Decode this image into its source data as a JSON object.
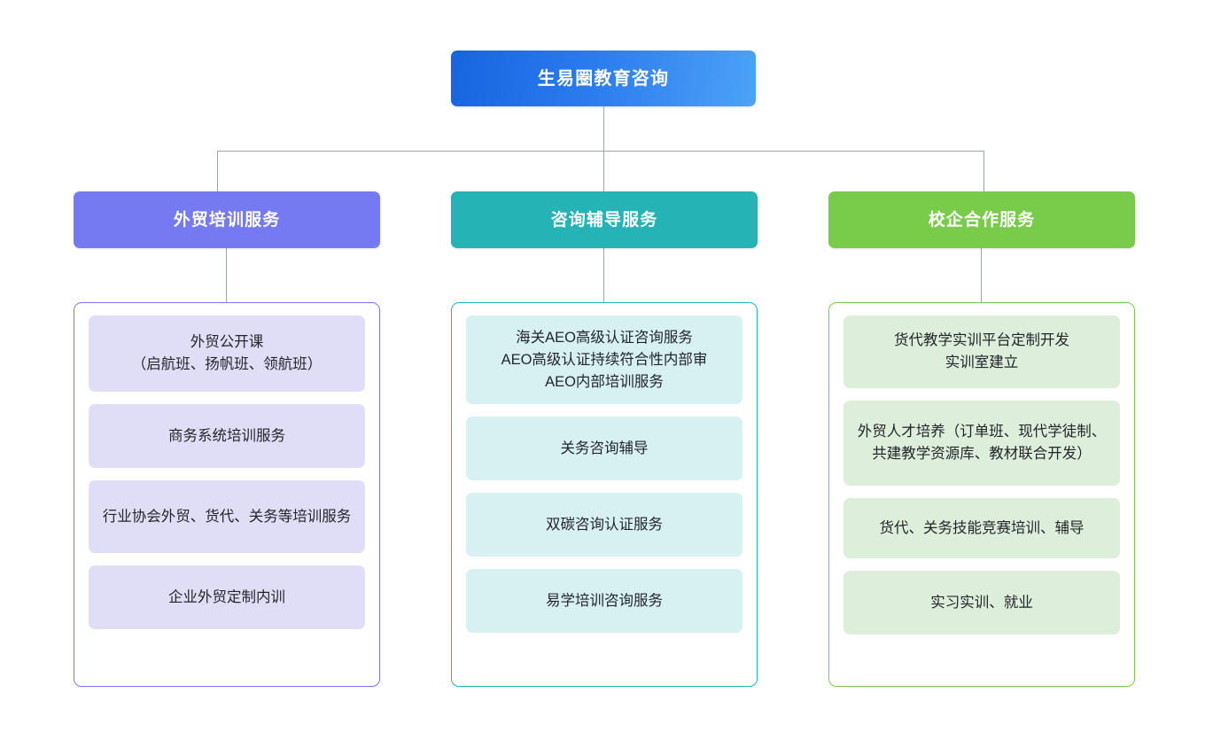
{
  "chart_data": {
    "type": "diagram",
    "diagram_kind": "organization-tree",
    "title": "生易圈教育咨询",
    "levels": 3,
    "root": {
      "label": "生易圈教育咨询",
      "color": "#2A7BEE",
      "gradient_from": "#1565E0",
      "gradient_to": "#4CA3F7"
    },
    "connector_color": "#9aa6b2",
    "branches": [
      {
        "id": "waimao-peixun",
        "label": "外贸培训服务",
        "header_color": "#7579F2",
        "leaf_color": "#E0DEF6",
        "border_color": "#7579F2",
        "items": [
          "外贸公开课\n（启航班、扬帆班、领航班）",
          "商务系统培训服务",
          "行业协会外贸、货代、关务等培训服务",
          "企业外贸定制内训"
        ]
      },
      {
        "id": "zixun-fudao",
        "label": "咨询辅导服务",
        "header_color": "#26B3B5",
        "leaf_color": "#D7F1F2",
        "border_color": "#26B3B5",
        "items": [
          "海关AEO高级认证咨询服务\nAEO高级认证持续符合性内部审\nAEO内部培训服务",
          "关务咨询辅导",
          "双碳咨询认证服务",
          "易学培训咨询服务"
        ]
      },
      {
        "id": "xiaoqi-hezuo",
        "label": "校企合作服务",
        "header_color": "#78CC4A",
        "leaf_color": "#DDEEDA",
        "border_color": "#78CC4A",
        "items": [
          "货代教学实训平台定制开发\n实训室建立",
          "外贸人才培养（订单班、现代学徒制、共建教学资源库、教材联合开发）",
          "货代、关务技能竞赛培训、辅导",
          "实习实训、就业"
        ]
      }
    ]
  },
  "root": {
    "label": "生易圈教育咨询"
  },
  "branches": [
    {
      "label": "外贸培训服务",
      "items": [
        {
          "text": "外贸公开课\n（启航班、扬帆班、领航班）"
        },
        {
          "text": "商务系统培训服务"
        },
        {
          "text": "行业协会外贸、货代、关务等培训服务"
        },
        {
          "text": "企业外贸定制内训"
        }
      ]
    },
    {
      "label": "咨询辅导服务",
      "items": [
        {
          "text": "海关AEO高级认证咨询服务\nAEO高级认证持续符合性内部审\nAEO内部培训服务"
        },
        {
          "text": "关务咨询辅导"
        },
        {
          "text": "双碳咨询认证服务"
        },
        {
          "text": "易学培训咨询服务"
        }
      ]
    },
    {
      "label": "校企合作服务",
      "items": [
        {
          "text": "货代教学实训平台定制开发\n实训室建立"
        },
        {
          "text": "外贸人才培养（订单班、现代学徒制、共建教学资源库、教材联合开发）"
        },
        {
          "text": "货代、关务技能竞赛培训、辅导"
        },
        {
          "text": "实习实训、就业"
        }
      ]
    }
  ]
}
